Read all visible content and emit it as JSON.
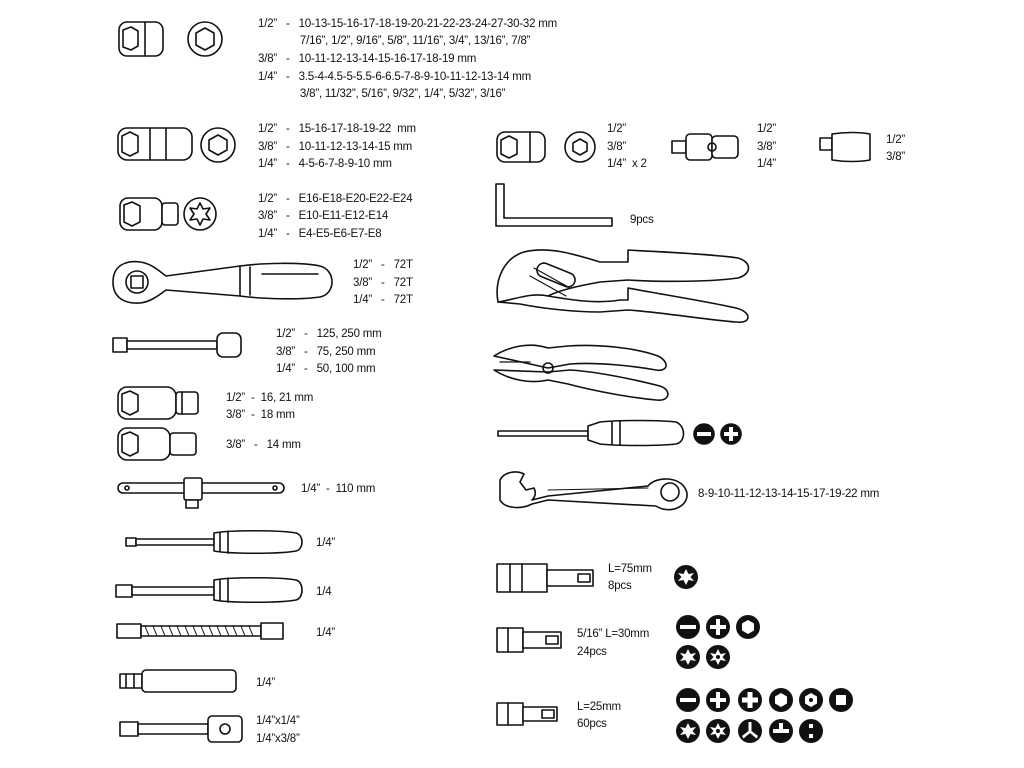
{
  "specs": {
    "sockets_std": [
      "1/2”   -   10-13-15-16-17-18-19-20-21-22-23-24-27-30-32 mm",
      "              7/16”, 1/2”, 9/16”, 5/8”, 11/16”, 3/4”, 13/16”, 7/8”",
      "3/8”   -   10-11-12-13-14-15-16-17-18-19 mm",
      "1/4”   -   3.5-4-4.5-5-5.5-6-6.5-7-8-9-10-11-12-13-14 mm",
      "              3/8”, 11/32”, 5/16”, 9/32”, 1/4”, 5/32”, 3/16”"
    ],
    "sockets_hex": [
      "1/2”   -   15-16-17-18-19-22  mm",
      "3/8”   -   10-11-12-13-14-15 mm",
      "1/4”   -   4-5-6-7-8-9-10 mm"
    ],
    "sockets_torx": [
      "1/2”   -   E16-E18-E20-E22-E24",
      "3/8”   -   E10-E11-E12-E14",
      "1/4”   -   E4-E5-E6-E7-E8"
    ],
    "ratchets": [
      "1/2”   -   72T",
      "3/8”   -   72T",
      "1/4”   -   72T"
    ],
    "extensions": [
      "1/2”   -   125, 250 mm",
      "3/8”   -   75, 250 mm",
      "1/4”   -   50, 100 mm"
    ],
    "deep_sockets": [
      "1/2”  -  16, 21 mm",
      "3/8”  -  18 mm"
    ],
    "spark_socket": "3/8”   -   14 mm",
    "t_bar": "1/4”  -  110 mm",
    "spinner_1": "1/4”",
    "spinner_2": "1/4",
    "flex_ext": "1/4”",
    "bit_holder": "1/4”",
    "adapters": [
      "1/4”x1/4”",
      "1/4”x3/8”"
    ],
    "bit_adapter": [
      "1/2”",
      "3/8”",
      "1/4”  x 2"
    ],
    "u_joint": [
      "1/2”",
      "3/8”",
      "1/4”"
    ],
    "reducer": [
      "1/2”",
      "3/8”"
    ],
    "hex_keys": "9pcs",
    "combo_wrench": "8-9-10-11-12-13-14-15-17-19-22 mm",
    "bits_75": [
      "L=75mm",
      "8pcs"
    ],
    "bits_30": [
      "5/16” L=30mm",
      "24pcs"
    ],
    "bits_25": [
      "L=25mm",
      "60pcs"
    ]
  },
  "colors": {
    "line": "#111111",
    "fill": "#ffffff"
  }
}
